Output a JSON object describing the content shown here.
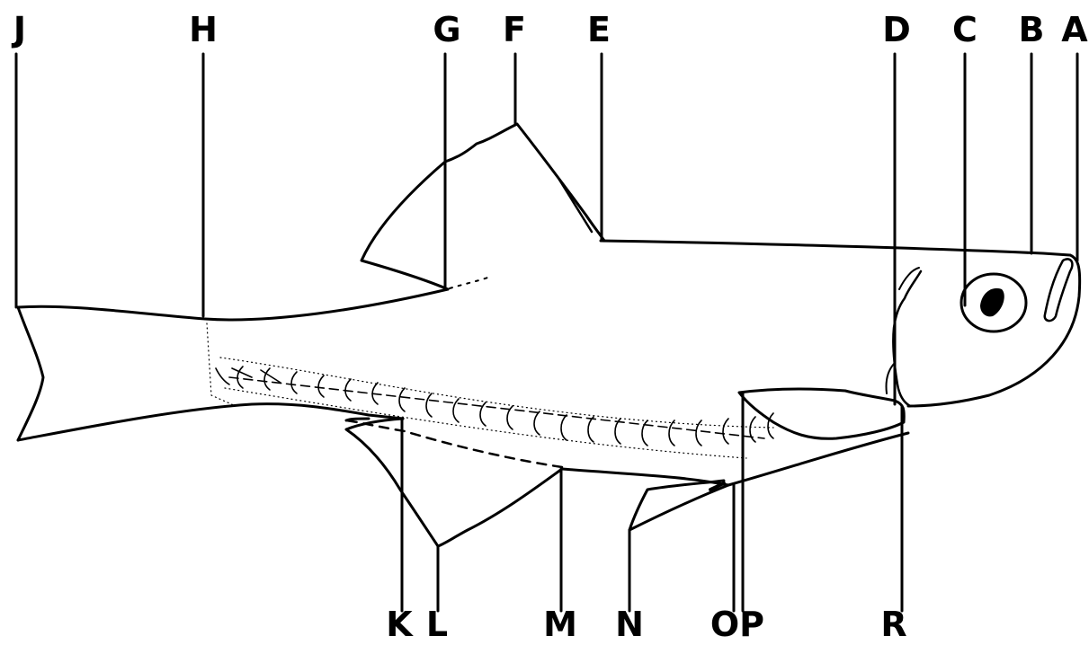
{
  "diagram": {
    "top_labels": {
      "A": "A",
      "B": "B",
      "C": "C",
      "D": "D",
      "E": "E",
      "F": "F",
      "G": "G",
      "H": "H",
      "J": "J"
    },
    "bottom_labels": {
      "K": "K",
      "L": "L",
      "M": "M",
      "N": "N",
      "O": "O",
      "P": "P",
      "R": "R"
    },
    "colors": {
      "ink": "#000000",
      "paper": "#ffffff"
    }
  }
}
